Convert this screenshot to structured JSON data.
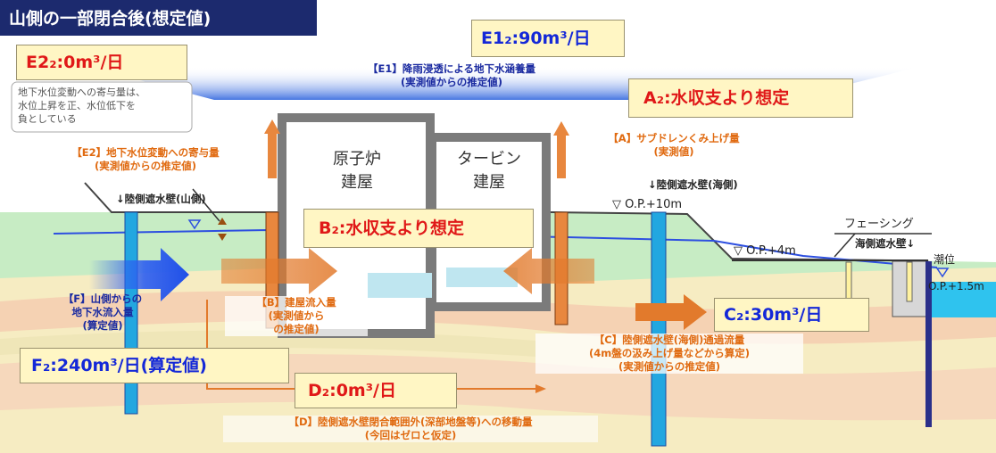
{
  "title": "山側の一部閉合後(想定値)",
  "values": {
    "e1": "E1₂:90m³/日",
    "e2": "E2₂:0m³/日",
    "a": "A₂:水収支より想定",
    "b": "B₂:水収支より想定",
    "c": "C₂:30m³/日",
    "d": "D₂:0m³/日",
    "f": "F₂:240m³/日(算定値)"
  },
  "note": [
    "地下水位変動への寄与量は、",
    "水位上昇を正、水位低下を",
    "負としている"
  ],
  "labels": {
    "e1": [
      "【E1】降雨浸透による地下水涵養量",
      "(実測値からの推定値)"
    ],
    "e2": [
      "【E2】地下水位変動への寄与量",
      "(実測値からの推定値)"
    ],
    "a": [
      "【A】サブドレンくみ上げ量",
      "(実測値)"
    ],
    "b": [
      "【B】建屋流入量",
      "(実測値から",
      "の推定値)"
    ],
    "c": [
      "【C】陸側遮水壁(海側)通過流量",
      "(4m盤の汲み上げ量などから算定)",
      "(実測値からの推定値)"
    ],
    "d": [
      "【D】陸側遮水壁閉合範囲外(深部地盤等)への移動量",
      "(今回はゼロと仮定)"
    ],
    "f": [
      "【F】山側からの",
      "地下水流入量",
      "(算定値)"
    ]
  },
  "structures": {
    "reactor": [
      "原子炉",
      "建屋"
    ],
    "turbine": [
      "タービン",
      "建屋"
    ],
    "wall_mountain": "↓陸側遮水壁(山側)",
    "wall_sea": "↓陸側遮水壁(海側)",
    "op10": "▽ O.P.+10m",
    "op4": "▽ O.P.+4m",
    "fencing": "フェーシング",
    "seawall": "海側遮水壁↓",
    "tide": "潮位",
    "op15": "O.P.+1.5m"
  }
}
